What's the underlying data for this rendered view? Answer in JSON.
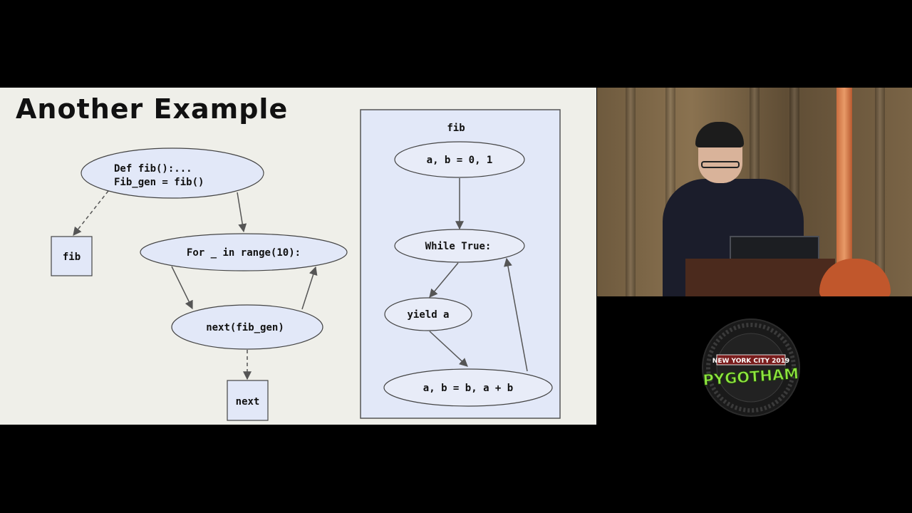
{
  "slide": {
    "title": "Another Example"
  },
  "left_diagram": {
    "nodes": {
      "def_line1": "Def fib():...",
      "def_line2": "Fib_gen = fib()",
      "fib_box": "fib",
      "for_loop": "For _ in range(10):",
      "next_call": "next(fib_gen)",
      "next_box": "next"
    }
  },
  "right_diagram": {
    "cluster_label": "fib",
    "nodes": {
      "init": "a, b = 0, 1",
      "while_loop": "While True:",
      "yield": "yield a",
      "update": "a, b = b, a + b"
    }
  },
  "logo": {
    "top_text": "NEW YORK CITY 2019",
    "main_text": "PYGOTHAM"
  },
  "colors": {
    "slide_bg": "#efefe9",
    "node_fill": "#e2e8f8",
    "node_stroke": "#444444",
    "edge": "#555555",
    "logo_green": "#8ee53f"
  }
}
